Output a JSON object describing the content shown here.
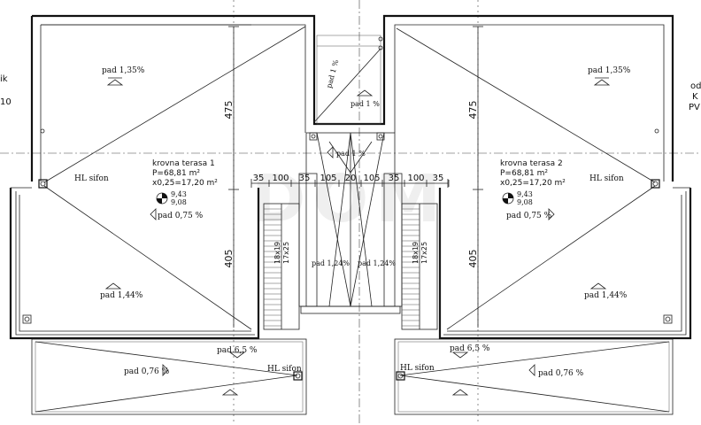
{
  "edge_labels": {
    "left_1": "ik",
    "left_2": "10",
    "right_1": "od",
    "right_2": "K",
    "right_3": "PV"
  },
  "terrace_left": {
    "name": "krovna terasa 1",
    "area": "P=68,81 m²",
    "calc": "x0,25=17,20 m²",
    "level_top": "9,43",
    "level_bottom": "9,08",
    "slope_top": "pad 1,35%",
    "slope_mid": "pad 0,75 %",
    "slope_bottom": "pad 1,44%",
    "drain": "HL sifon",
    "dim_upper": "475",
    "dim_lower": "405"
  },
  "terrace_right": {
    "name": "krovna terasa 2",
    "area": "P=68,81 m²",
    "calc": "x0,25=17,20 m²",
    "level_top": "9,43",
    "level_bottom": "9,08",
    "slope_top": "pad 1,35%",
    "slope_mid": "pad 0,75 %",
    "slope_bottom": "pad 1,44%",
    "drain": "HL sifon",
    "dim_upper": "475",
    "dim_lower": "405"
  },
  "center": {
    "pad_top_1": "pad 1 %",
    "pad_top_2": "pad 1 %",
    "pad_mid": "pad 1 %",
    "pad_left": "pad 1,24%",
    "pad_right": "pad 1,24%"
  },
  "dimensions": [
    "35",
    "100",
    "35",
    "105",
    "20",
    "105",
    "35",
    "100",
    "35"
  ],
  "stairs": {
    "left_a": "18x19",
    "left_b": "17x25",
    "right_a": "18x19",
    "right_b": "17x25"
  },
  "bottom_left": {
    "slope": "pad 0,76 %",
    "slope_2": "pad 6,5 %",
    "drain": "HL sifon"
  },
  "bottom_right": {
    "slope": "pad 0,76 %",
    "slope_2": "pad 6,5 %",
    "drain": "HL sifon"
  },
  "watermark": "DOM"
}
